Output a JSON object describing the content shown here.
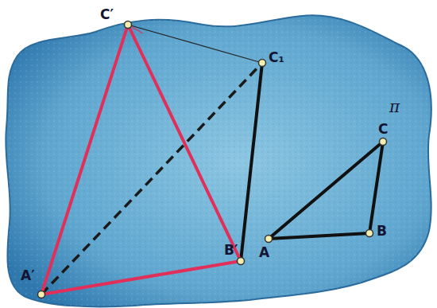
{
  "diagram": {
    "labels": [
      "C′",
      "C₁",
      "π",
      "C",
      "A′",
      "B′",
      "A",
      "B"
    ]
  }
}
